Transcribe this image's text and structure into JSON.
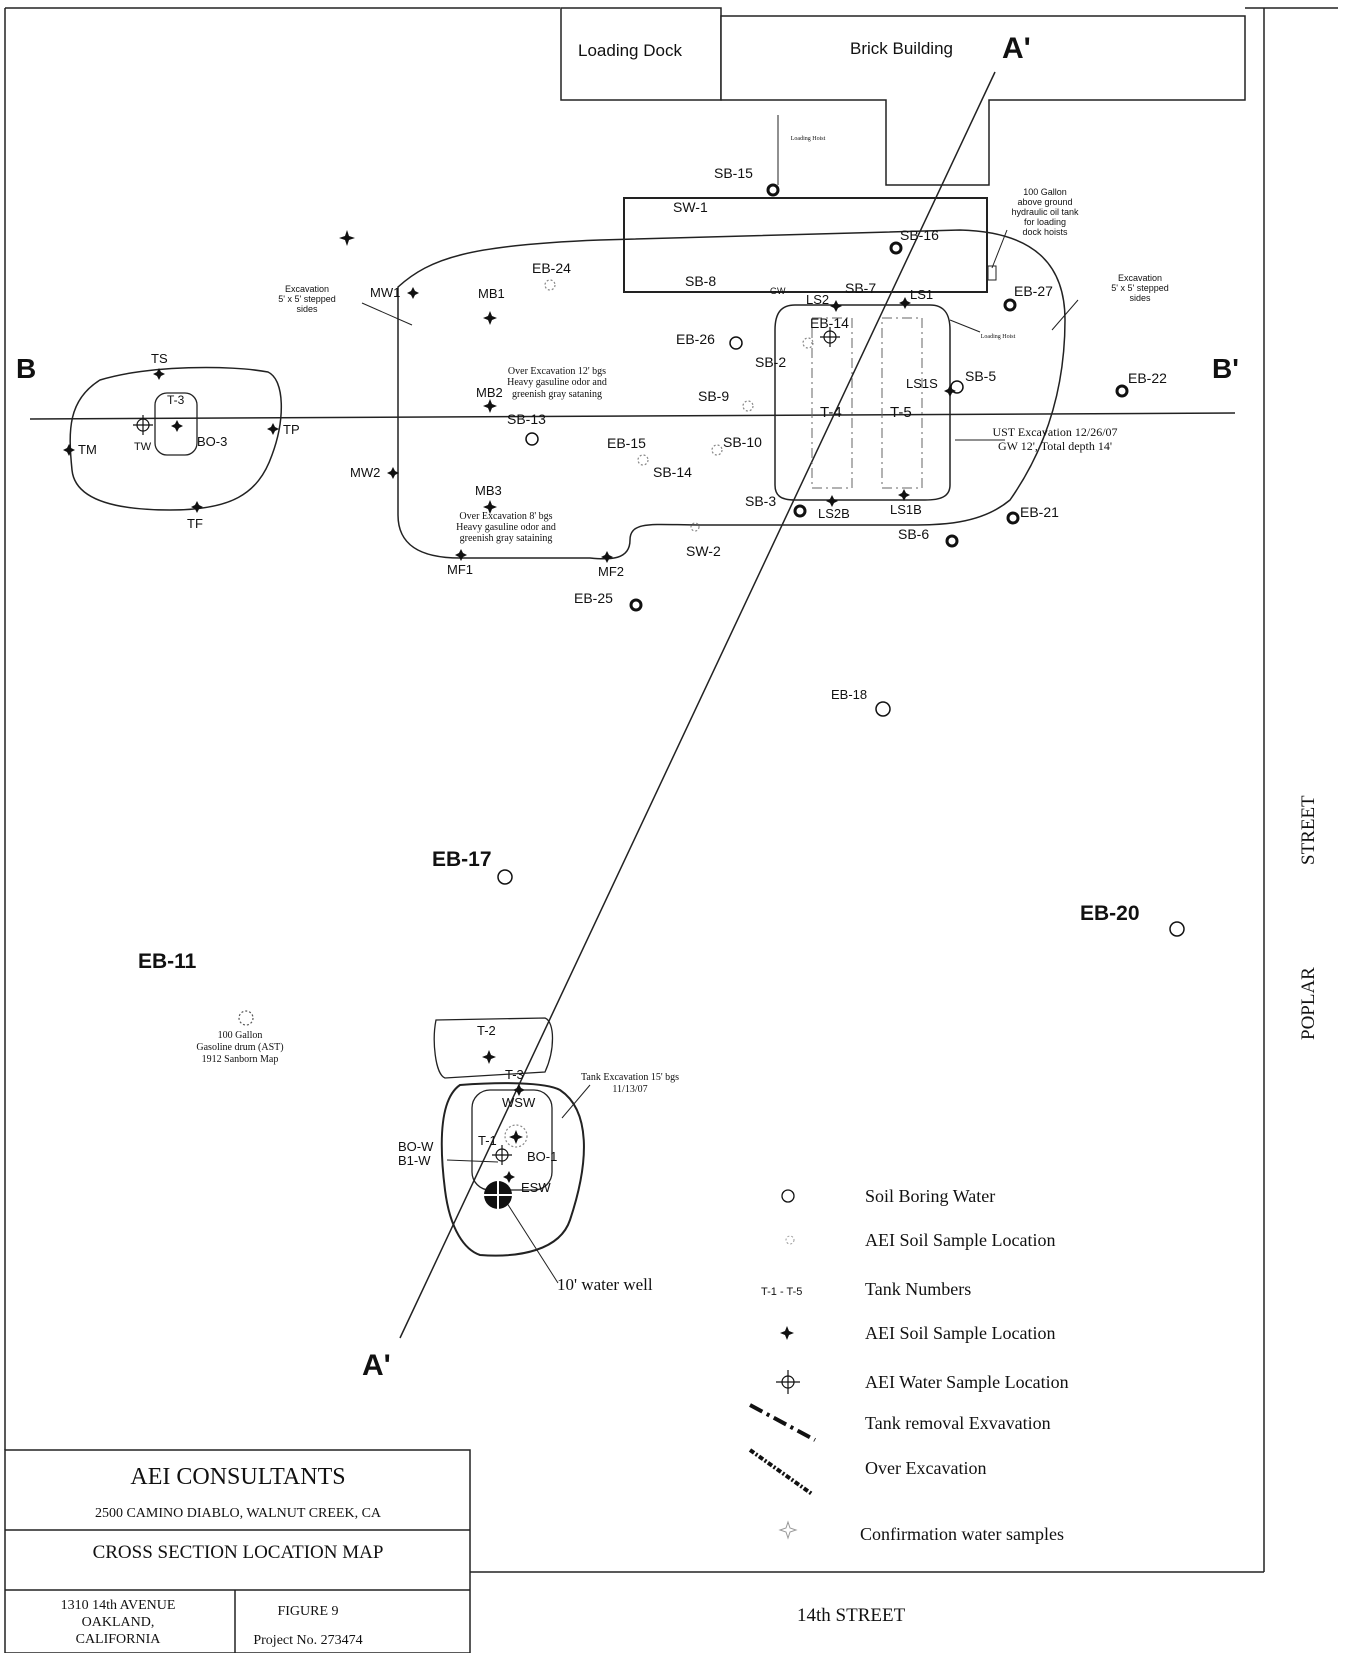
{
  "buildings": {
    "loading_dock": "Loading Dock",
    "brick_building": "Brick Building",
    "loading_hoist": "Loading Hoist",
    "loading_hoist_2": "Loading Hoist"
  },
  "section_lines": {
    "a_prime_top": "A'",
    "a_prime_bottom": "A'",
    "b": "B",
    "b_prime": "B'"
  },
  "streets": {
    "fourteenth": "14th STREET",
    "poplar": "POPLAR",
    "poplar_street": "STREET"
  },
  "points": {
    "sb15": "SB-15",
    "sw1": "SW-1",
    "sb16": "SB-16",
    "sb8": "SB-8",
    "sb7": "SB-7",
    "ls2": "LS2",
    "ls1": "LS1",
    "gw": "GW",
    "eb27": "EB-27",
    "eb24": "EB-24",
    "mb1": "MB1",
    "mw1": "MW1",
    "eb14": "EB-14",
    "eb26": "EB-26",
    "sb2": "SB-2",
    "ls1s": "LS1S",
    "sb5": "SB-5",
    "eb22": "EB-22",
    "ts": "TS",
    "t3a": "T-3",
    "tw": "TW",
    "bo3": "BO-3",
    "tp": "TP",
    "tm": "TM",
    "tf": "TF",
    "mb2": "MB2",
    "sb9": "SB-9",
    "sb13": "SB-13",
    "t4": "T-4",
    "t5": "T-5",
    "eb15": "EB-15",
    "sb10": "SB-10",
    "sb14": "SB-14",
    "mw2": "MW2",
    "mb3": "MB3",
    "sb3": "SB-3",
    "ls2b": "LS2B",
    "ls1b": "LS1B",
    "eb21": "EB-21",
    "sb6": "SB-6",
    "sw2": "SW-2",
    "mf1": "MF1",
    "mf2": "MF2",
    "eb25": "EB-25",
    "eb18": "EB-18",
    "eb17": "EB-17",
    "eb20": "EB-20",
    "eb11": "EB-11",
    "t2": "T-2",
    "t3b": "T-3",
    "wsw": "WSW",
    "t1": "T-1",
    "bow": "BO-W",
    "b1w": "B1-W",
    "bo1": "BO-1",
    "esw": "ESW"
  },
  "annotations": {
    "ast_tank_1": "100 Gallon",
    "ast_tank_2": "above ground",
    "ast_tank_3": "hydraulic oil tank",
    "ast_tank_4": "for loading",
    "ast_tank_5": "dock hoists",
    "exc_left_1": "Excavation",
    "exc_left_2": "5' x 5' stepped",
    "exc_left_3": "sides",
    "exc_right_1": "Excavation",
    "exc_right_2": "5' x 5' stepped",
    "exc_right_3": "sides",
    "over12_1": "Over Excavation 12' bgs",
    "over12_2": "Heavy gasuline odor and",
    "over12_3": "greenish gray sataning",
    "over8_1": "Over Excavation 8' bgs",
    "over8_2": "Heavy gasuline odor and",
    "over8_3": "greenish gray sataining",
    "ust_1": "UST Excavation 12/26/07",
    "ust_2": "GW 12', Total depth 14'",
    "drum_1": "100 Gallon",
    "drum_2": "Gasoline drum (AST)",
    "drum_3": "1912 Sanborn Map",
    "tank_exc_1": "Tank Excavation 15' bgs",
    "tank_exc_2": "11/13/07",
    "water_well": "10' water well"
  },
  "legend": {
    "soil_boring_water": "Soil Boring Water",
    "aei_soil_sample_grey": "AEI Soil Sample Location",
    "tank_numbers_symbol": "T-1 - T-5",
    "tank_numbers": "Tank Numbers",
    "aei_soil_sample": "AEI Soil Sample Location",
    "aei_water_sample": "AEI Water Sample Location",
    "tank_removal": "Tank removal Exvavation",
    "over_excavation": "Over Excavation",
    "confirmation_water": "Confirmation water samples"
  },
  "title_block": {
    "company": "AEI CONSULTANTS",
    "address": "2500 CAMINO DIABLO, WALNUT CREEK, CA",
    "map_title": "CROSS SECTION LOCATION MAP",
    "site_1": "1310 14th AVENUE",
    "site_2": "OAKLAND,",
    "site_3": "CALIFORNIA",
    "figure": "FIGURE 9",
    "project": "Project No. 273474"
  }
}
